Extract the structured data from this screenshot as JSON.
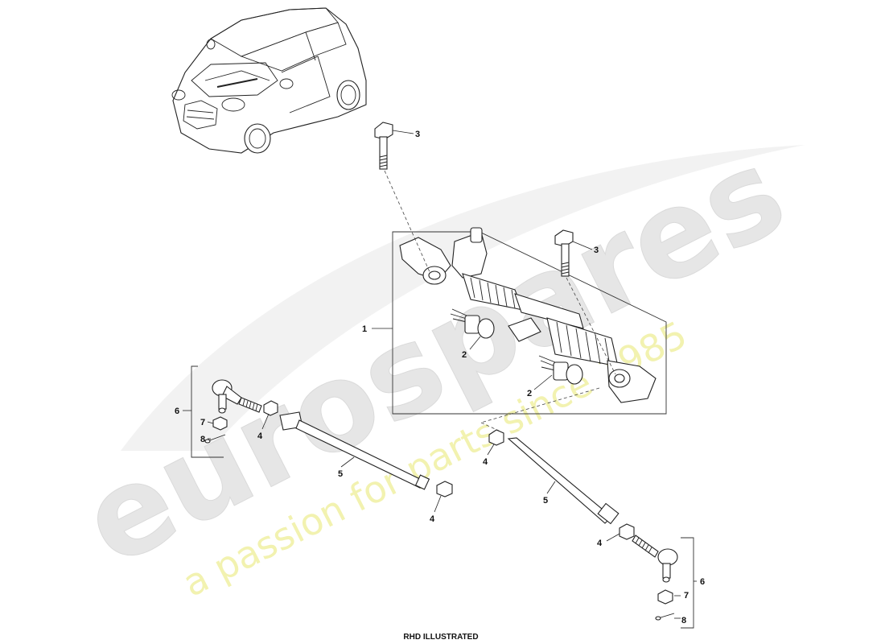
{
  "watermark": {
    "brand": "eurospares",
    "tagline": "a passion for parts since 1985"
  },
  "callouts": {
    "c1": "1",
    "c2a": "2",
    "c2b": "2",
    "c3a": "3",
    "c3b": "3",
    "c4a": "4",
    "c4b": "4",
    "c4c": "4",
    "c4d": "4",
    "c5a": "5",
    "c5b": "5",
    "c6a": "6",
    "c6b": "6",
    "c7a": "7",
    "c7b": "7",
    "c8a": "8",
    "c8b": "8"
  },
  "caption": "RHD ILLUSTRATED",
  "colors": {
    "watermark_grey": "#e4e4e4",
    "watermark_yellow": "#f4f4b8",
    "line": "#222222"
  }
}
